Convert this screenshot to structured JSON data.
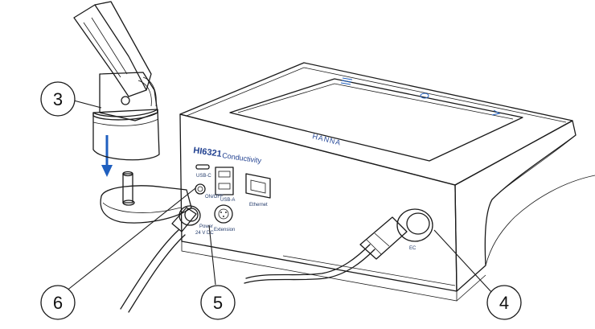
{
  "device": {
    "model": "HI6321",
    "subtitle": "Conductivity",
    "logo": "HANNA"
  },
  "ports": {
    "usb_c": "USB-C",
    "usb_a": "USB-A",
    "ethernet": "Ethernet",
    "on_off": "ON/OFF",
    "power": "Power",
    "power_spec": "24 V DC",
    "extension": "Extension",
    "ec": "EC"
  },
  "callouts": [
    {
      "label": "3",
      "target": "electrode holder"
    },
    {
      "label": "6",
      "target": "power connector"
    },
    {
      "label": "5",
      "target": "extension connector"
    },
    {
      "label": "4",
      "target": "EC probe connector"
    }
  ],
  "icons": {
    "menu": "menu-icon",
    "home": "home-icon",
    "next": "chevron-icon",
    "arrow": "down-arrow-icon"
  },
  "colors": {
    "accent_blue": "#1f5fbf",
    "label_blue": "#1f3f8f",
    "device_fill": "#fdfdfd",
    "screen_fill": "#f6f6f6",
    "holder_fill": "#e8e8e8"
  }
}
